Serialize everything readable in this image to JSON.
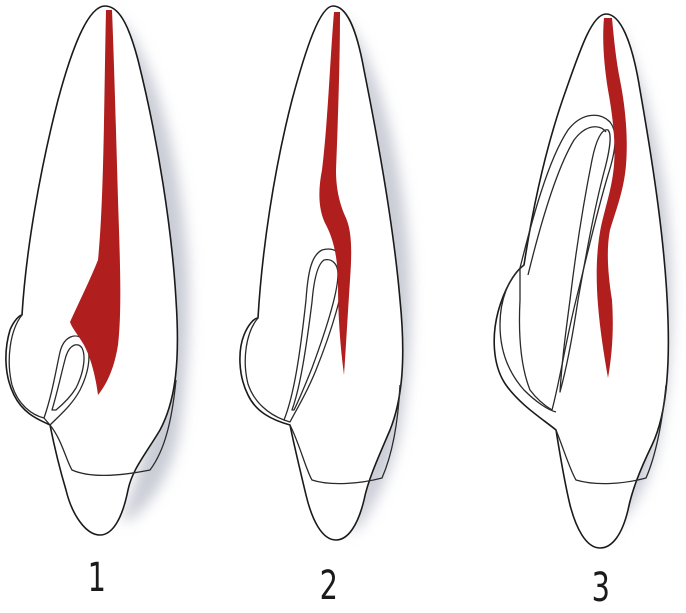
{
  "colors": {
    "pulp": "#b01e1e",
    "outline": "#1a1a1a",
    "shadow": "#c9ccd6"
  },
  "figures": [
    {
      "label": "1"
    },
    {
      "label": "2"
    },
    {
      "label": "3"
    }
  ]
}
